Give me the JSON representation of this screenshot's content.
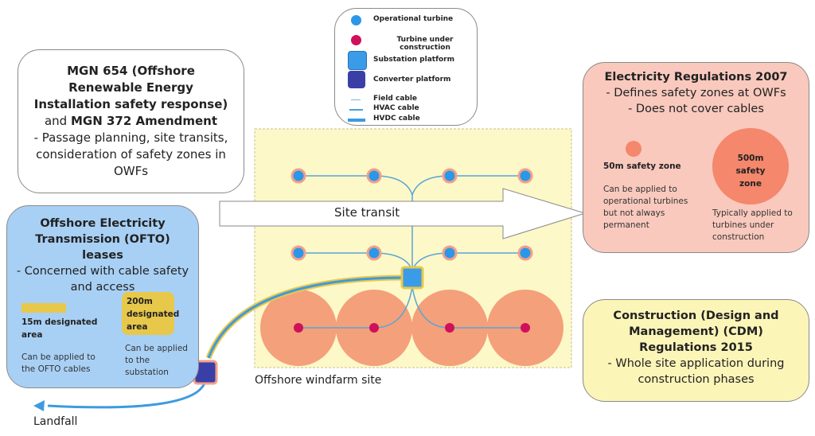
{
  "legend": {
    "items": [
      {
        "label": "Operational turbine",
        "icon": "blue-circle",
        "color": "#2b97e8"
      },
      {
        "label": "Turbine under construction",
        "icon": "crimson-circle",
        "color": "#d0105a"
      },
      {
        "label": "Substation platform",
        "icon": "blue-square",
        "color": "#3a9ce8"
      },
      {
        "label": "Converter platform",
        "icon": "navy-square",
        "color": "#3a3fa8"
      },
      {
        "label": "Field cable",
        "icon": "thin-line",
        "color": "#7fb6d8"
      },
      {
        "label": "HVAC cable",
        "icon": "medium-line",
        "color": "#4a9fdc"
      },
      {
        "label": "HVDC cable",
        "icon": "thick-line",
        "color": "#3d9ae0"
      }
    ]
  },
  "mgn": {
    "title1": "MGN 654 (Offshore Renewable Energy Installation safety response)",
    "and": "and ",
    "title2": "MGN 372 Amendment",
    "desc": "- Passage planning, site transits, consideration of safety zones in OWFs"
  },
  "ofto": {
    "title": "Offshore Electricity Transmission (OFTO) leases",
    "desc": "- Concerned with cable safety and access",
    "zone1_label": "15m designated area",
    "zone1_desc": "Can be applied to the OFTO cables",
    "zone2_label": "200m designated area",
    "zone2_desc": "Can be applied to the substation",
    "color": "#a8d0f5"
  },
  "elec": {
    "title": "Electricity Regulations 2007",
    "line1": "- Defines safety zones at OWFs",
    "line2": "- Does not cover cables",
    "zone1_label": "50m safety zone",
    "zone1_desc": "Can be applied to operational turbines but not always permanent",
    "zone2_label": "500m safety zone",
    "zone2_desc": "Typically applied to turbines under construction",
    "color": "#f9c9bd"
  },
  "cdm": {
    "title": "Construction (Design and Management) (CDM) Regulations 2015",
    "desc": "- Whole site application during construction phases",
    "color": "#fcf5b8"
  },
  "site": {
    "label": "Offshore windfarm site",
    "transit": "Site transit",
    "color": "#fdf8c8"
  },
  "landfall": "Landfall"
}
